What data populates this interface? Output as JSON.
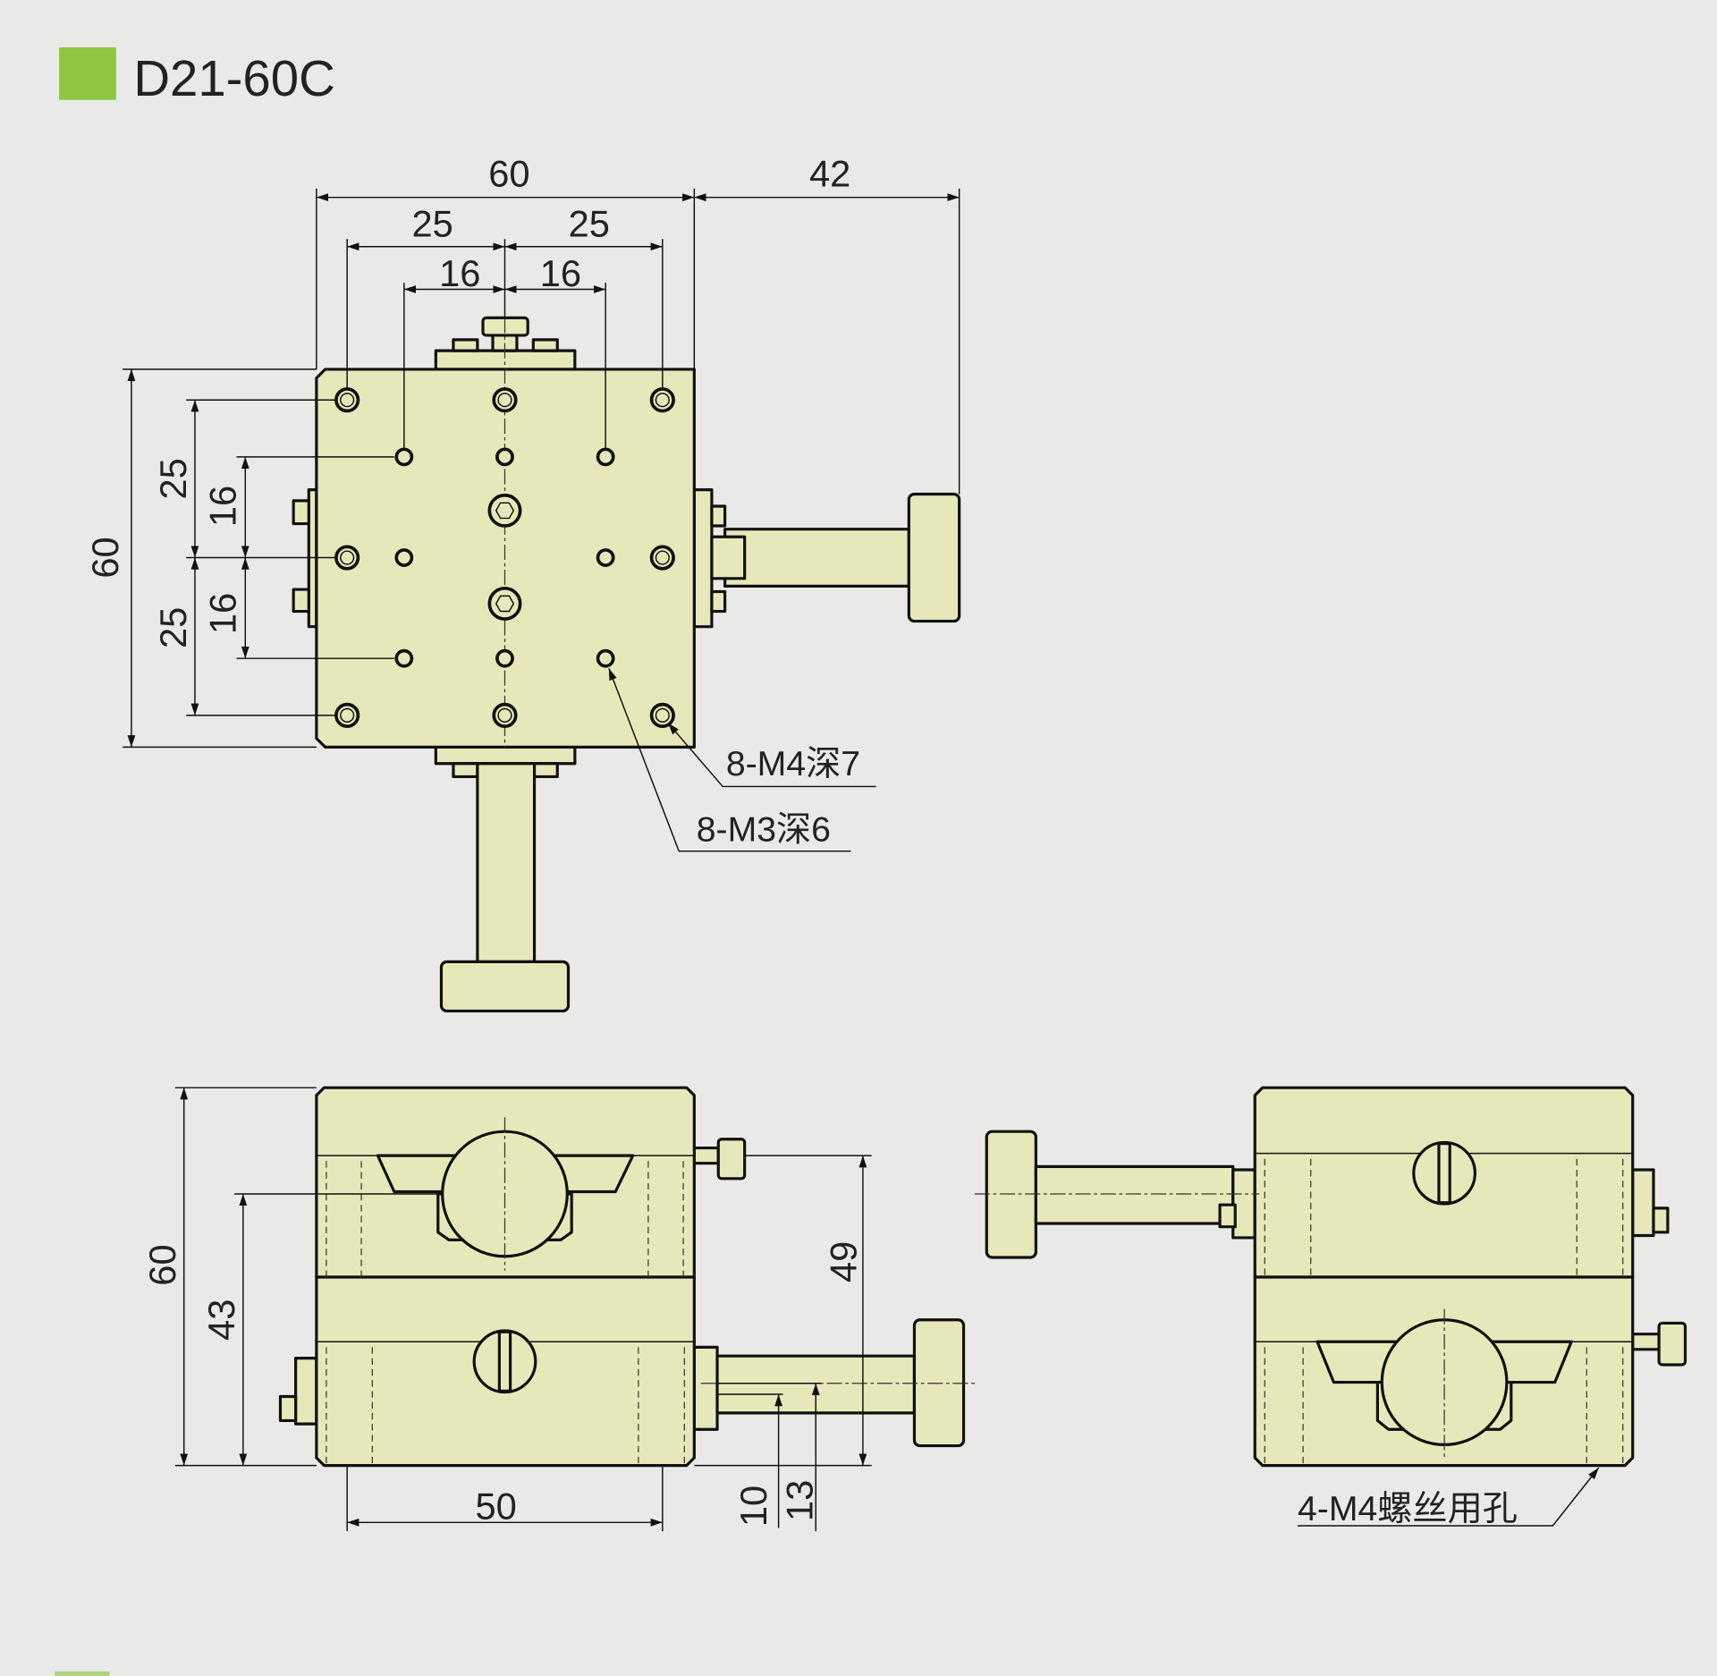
{
  "title": "D21-60C",
  "accent_color": "#8dc63f",
  "top_view": {
    "dims": {
      "width": "60",
      "knob_extent": "42",
      "outer_pitch_left": "25",
      "outer_pitch_right": "25",
      "inner_pitch_left": "16",
      "inner_pitch_right": "16",
      "height": "60",
      "v_outer_top": "25",
      "v_outer_bottom": "25",
      "v_inner_top": "16",
      "v_inner_bottom": "16"
    },
    "callouts": {
      "m4": "8-M4深7",
      "m3": "8-M3深6"
    }
  },
  "front_view": {
    "dims": {
      "height": "60",
      "upper_axis": "43",
      "micrometer_height": "49",
      "hole_pitch": "50",
      "lower_a": "10",
      "lower_b": "13"
    }
  },
  "side_view": {
    "callouts": {
      "m4": "4-M4螺丝用孔"
    }
  }
}
